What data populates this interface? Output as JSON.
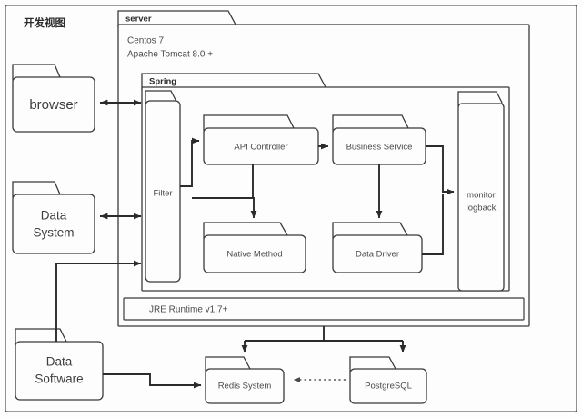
{
  "diagram": {
    "title": "开发视图",
    "outer_frame_name": "development-view-frame",
    "server": {
      "header": "server",
      "os_line": "Centos 7",
      "runtime_line": "Apache Tomcat 8.0 +",
      "footer_bar": "JRE Runtime v1.7+"
    },
    "spring": {
      "header": "Spring"
    },
    "nodes": {
      "browser": "browser",
      "data_system_line1": "Data",
      "data_system_line2": "System",
      "data_software_line1": "Data",
      "data_software_line2": "Software",
      "filter": "Filter",
      "api_controller": "API Controller",
      "business_service": "Business Service",
      "native_method": "Native Method",
      "data_driver": "Data Driver",
      "monitor_line1": "monitor",
      "monitor_line2": "logback",
      "redis": "Redis System",
      "postgres": "PostgreSQL"
    },
    "colors": {
      "background": "#fdfdfd",
      "stroke": "#3a3a3a",
      "edge": "#2b2b2b",
      "text": "#4a4a4a",
      "dotted_edge": "#555555"
    },
    "edges": [
      {
        "from": "browser",
        "to": "filter",
        "style": "solid",
        "arrow": "both"
      },
      {
        "from": "data-system",
        "to": "filter",
        "style": "solid",
        "arrow": "both"
      },
      {
        "from": "data-software",
        "to": "filter",
        "style": "solid",
        "arrow": "single"
      },
      {
        "from": "filter",
        "to": "api-controller",
        "style": "solid",
        "arrow": "single"
      },
      {
        "from": "api-controller",
        "to": "business-service",
        "style": "solid",
        "arrow": "single"
      },
      {
        "from": "business-service",
        "to": "data-driver",
        "style": "solid",
        "arrow": "single"
      },
      {
        "from": "api-controller",
        "to": "native-method",
        "style": "solid",
        "arrow": "single"
      },
      {
        "from": "business-service",
        "to": "monitor-logback",
        "style": "solid",
        "arrow": "single"
      },
      {
        "from": "data-driver",
        "to": "monitor-logback",
        "style": "solid",
        "arrow": "single"
      },
      {
        "from": "server",
        "to": "redis-system",
        "style": "solid",
        "arrow": "single"
      },
      {
        "from": "server",
        "to": "postgresql",
        "style": "solid",
        "arrow": "single"
      },
      {
        "from": "data-software",
        "to": "redis-system",
        "style": "solid",
        "arrow": "single"
      },
      {
        "from": "postgresql",
        "to": "redis-system",
        "style": "dotted",
        "arrow": "single"
      }
    ]
  }
}
